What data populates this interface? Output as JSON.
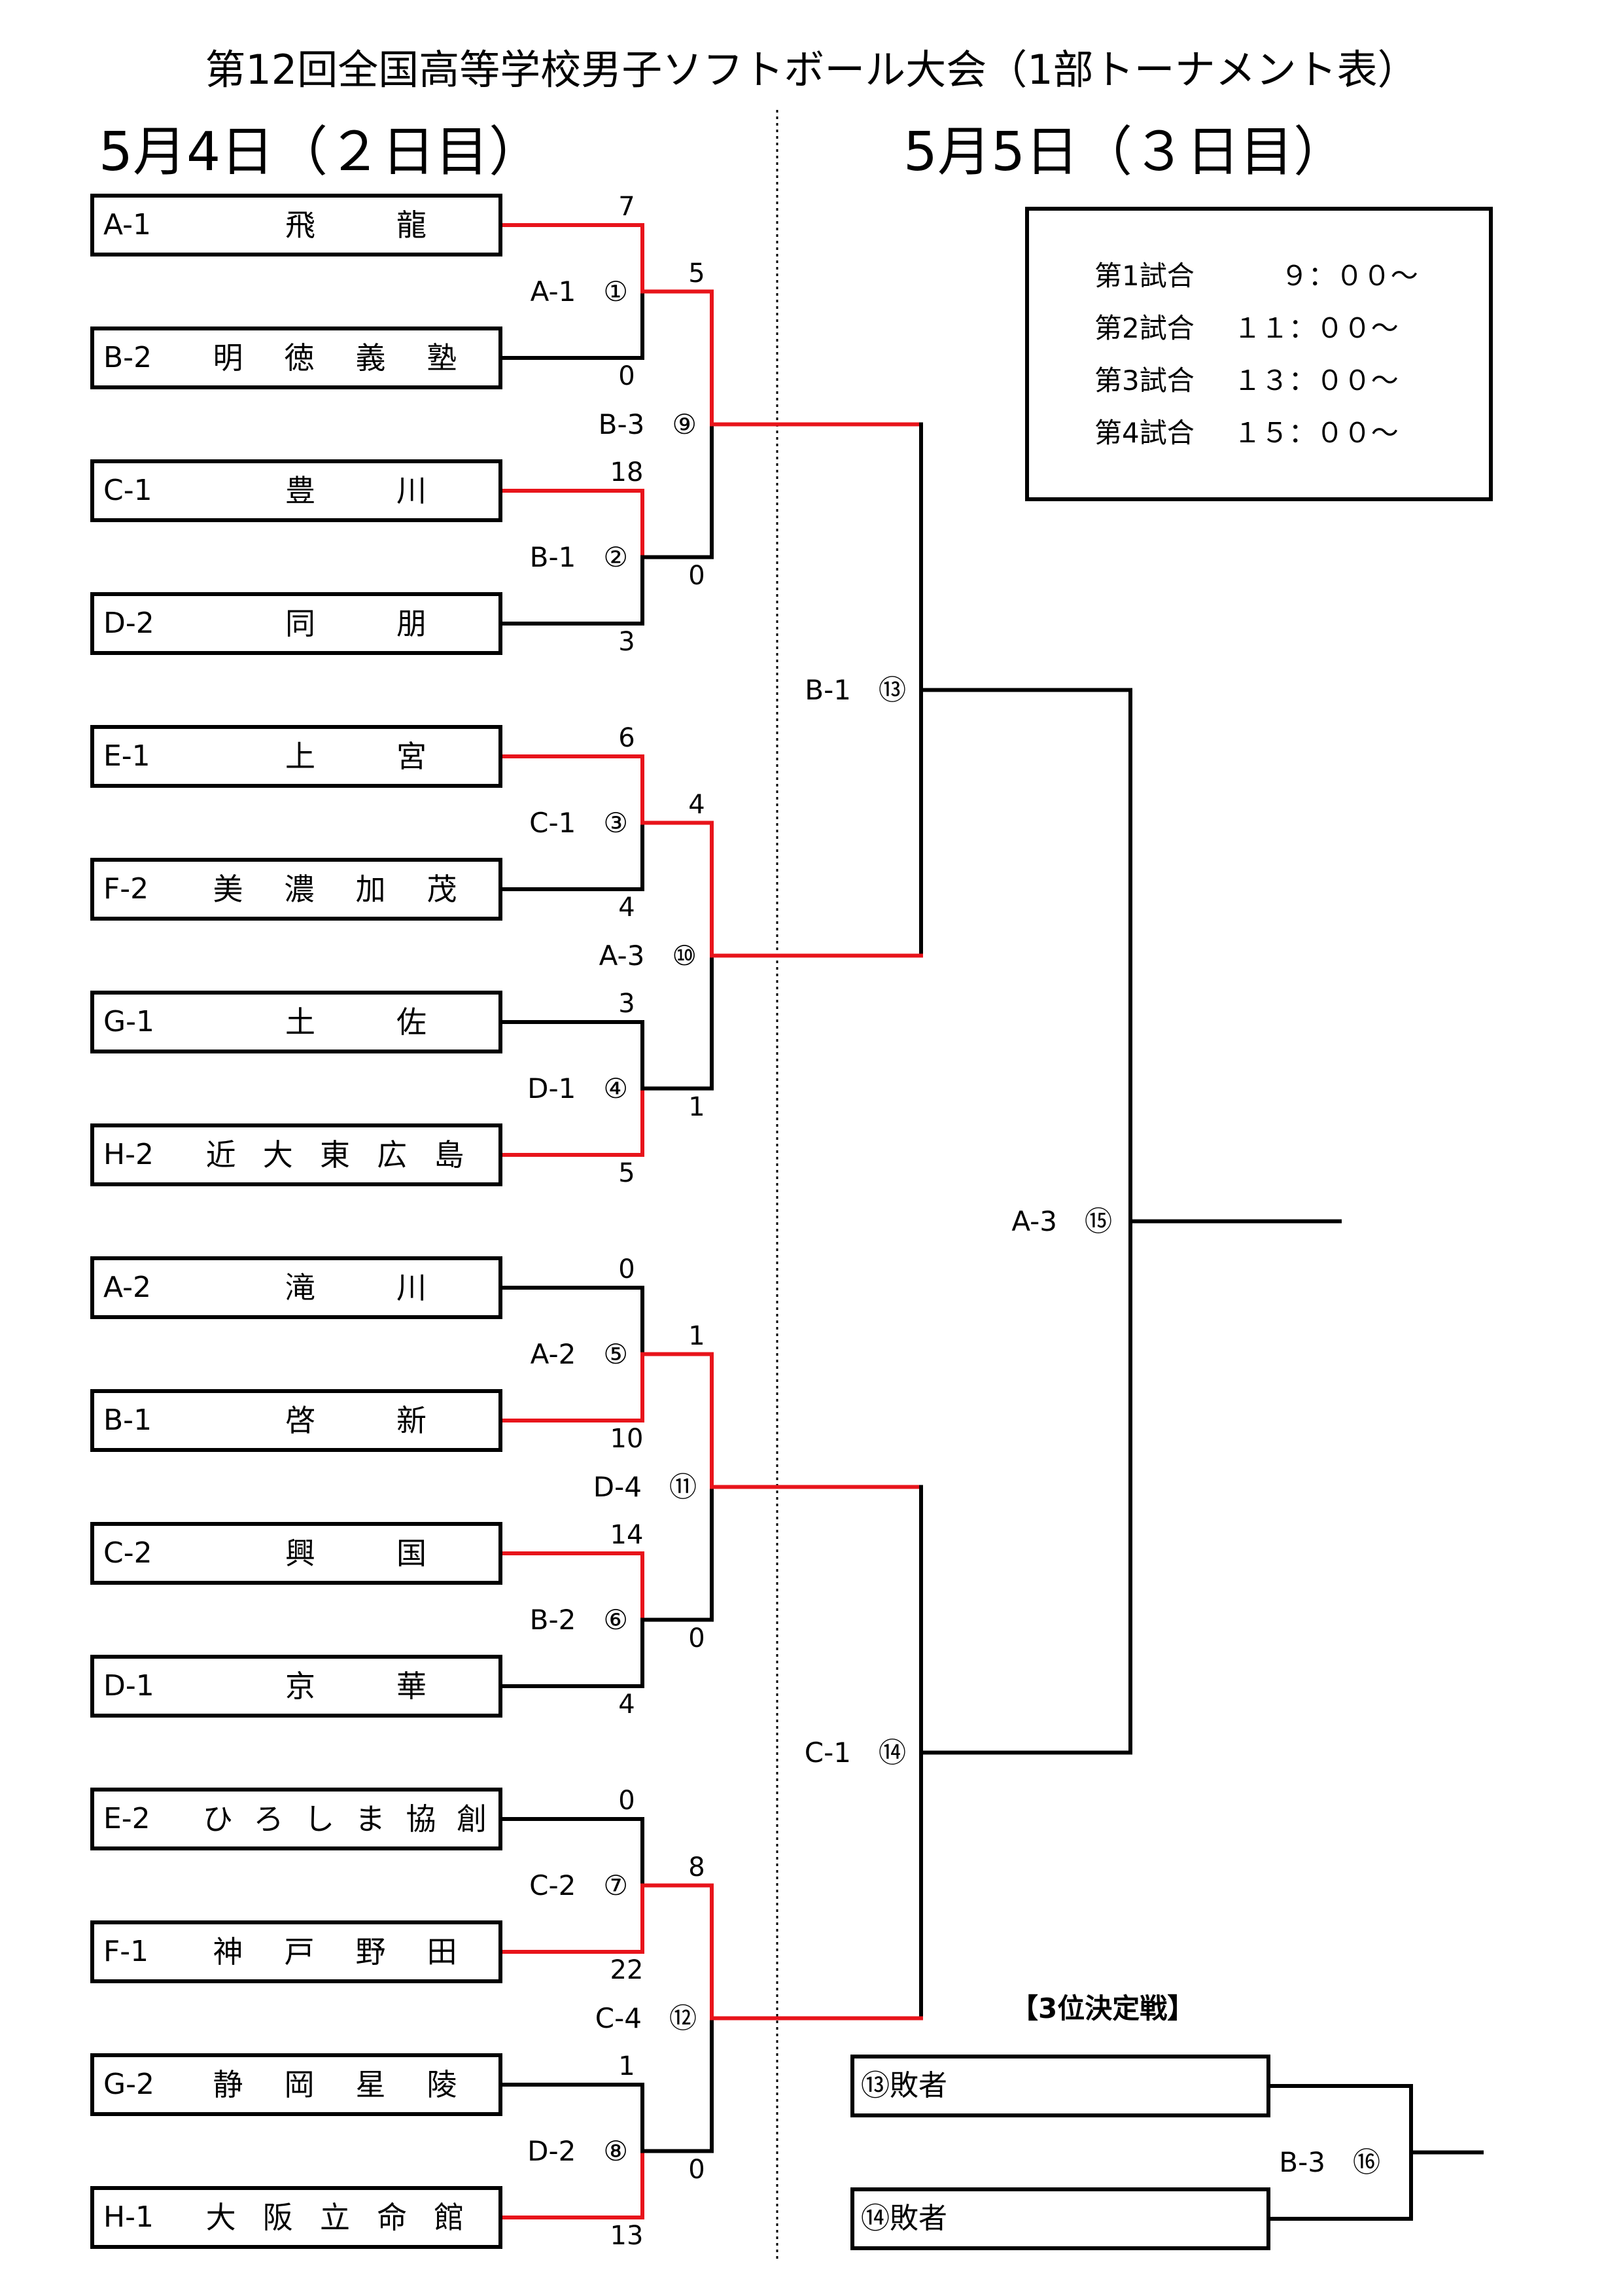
{
  "title": "第12回全国高等学校男子ソフトボール大会（1部トーナメント表）",
  "day2_title": "5月4日（２日目）",
  "day3_title": "5月5日（３日目）",
  "teams": [
    {
      "code": "A-1",
      "name": [
        "飛",
        "龍"
      ]
    },
    {
      "code": "B-2",
      "name": [
        "明",
        "徳",
        "義",
        "塾"
      ]
    },
    {
      "code": "C-1",
      "name": [
        "豊",
        "川"
      ]
    },
    {
      "code": "D-2",
      "name": [
        "同",
        "朋"
      ]
    },
    {
      "code": "E-1",
      "name": [
        "上",
        "宮"
      ]
    },
    {
      "code": "F-2",
      "name": [
        "美",
        "濃",
        "加",
        "茂"
      ]
    },
    {
      "code": "G-1",
      "name": [
        "土",
        "佐"
      ]
    },
    {
      "code": "H-2",
      "name": [
        "近",
        "大",
        "東",
        "広",
        "島"
      ]
    },
    {
      "code": "A-2",
      "name": [
        "滝",
        "川"
      ]
    },
    {
      "code": "B-1",
      "name": [
        "啓",
        "新"
      ]
    },
    {
      "code": "C-2",
      "name": [
        "興",
        "国"
      ]
    },
    {
      "code": "D-1",
      "name": [
        "京",
        "華"
      ]
    },
    {
      "code": "E-2",
      "name": [
        "ひ",
        "ろ",
        "し",
        "ま",
        "協",
        "創"
      ]
    },
    {
      "code": "F-1",
      "name": [
        "神",
        "戸",
        "野",
        "田"
      ]
    },
    {
      "code": "G-2",
      "name": [
        "静",
        "岡",
        "星",
        "陵"
      ]
    },
    {
      "code": "H-1",
      "name": [
        "大",
        "阪",
        "立",
        "命",
        "館"
      ]
    }
  ],
  "round1": [
    {
      "label": "A-1　①",
      "top_score": "7",
      "bottom_score": "0",
      "winner": "top"
    },
    {
      "label": "B-1　②",
      "top_score": "18",
      "bottom_score": "3",
      "winner": "top"
    },
    {
      "label": "C-1　③",
      "top_score": "6",
      "bottom_score": "4",
      "winner": "top"
    },
    {
      "label": "D-1　④",
      "top_score": "3",
      "bottom_score": "5",
      "winner": "bottom"
    },
    {
      "label": "A-2　⑤",
      "top_score": "0",
      "bottom_score": "10",
      "winner": "bottom"
    },
    {
      "label": "B-2　⑥",
      "top_score": "14",
      "bottom_score": "4",
      "winner": "top"
    },
    {
      "label": "C-2　⑦",
      "top_score": "0",
      "bottom_score": "22",
      "winner": "bottom"
    },
    {
      "label": "D-2　⑧",
      "top_score": "1",
      "bottom_score": "13",
      "winner": "bottom"
    }
  ],
  "round2": [
    {
      "label": "B-3　⑨",
      "top_score": "5",
      "bottom_score": "0",
      "winner": "top"
    },
    {
      "label": "A-3　⑩",
      "top_score": "4",
      "bottom_score": "1",
      "winner": "top"
    },
    {
      "label": "D-4　⑪",
      "top_score": "1",
      "bottom_score": "0",
      "winner": "top"
    },
    {
      "label": "C-4　⑫",
      "top_score": "8",
      "bottom_score": "0",
      "winner": "top"
    }
  ],
  "semis": [
    {
      "label": "B-1　⑬"
    },
    {
      "label": "C-1　⑭"
    }
  ],
  "final": {
    "label": "A-3　⑮"
  },
  "schedule": [
    {
      "game": "第1試合",
      "time": "　９：００～"
    },
    {
      "game": "第2試合",
      "time": "１１：００～"
    },
    {
      "game": "第3試合",
      "time": "１３：００～"
    },
    {
      "game": "第4試合",
      "time": "１５：００～"
    }
  ],
  "third_place": {
    "title": "【3位決定戦】",
    "teams": [
      "⑬敗者",
      "⑭敗者"
    ],
    "label": "B-3　⑯"
  },
  "colors": {
    "win": "#e8141b",
    "line": "#000000"
  }
}
